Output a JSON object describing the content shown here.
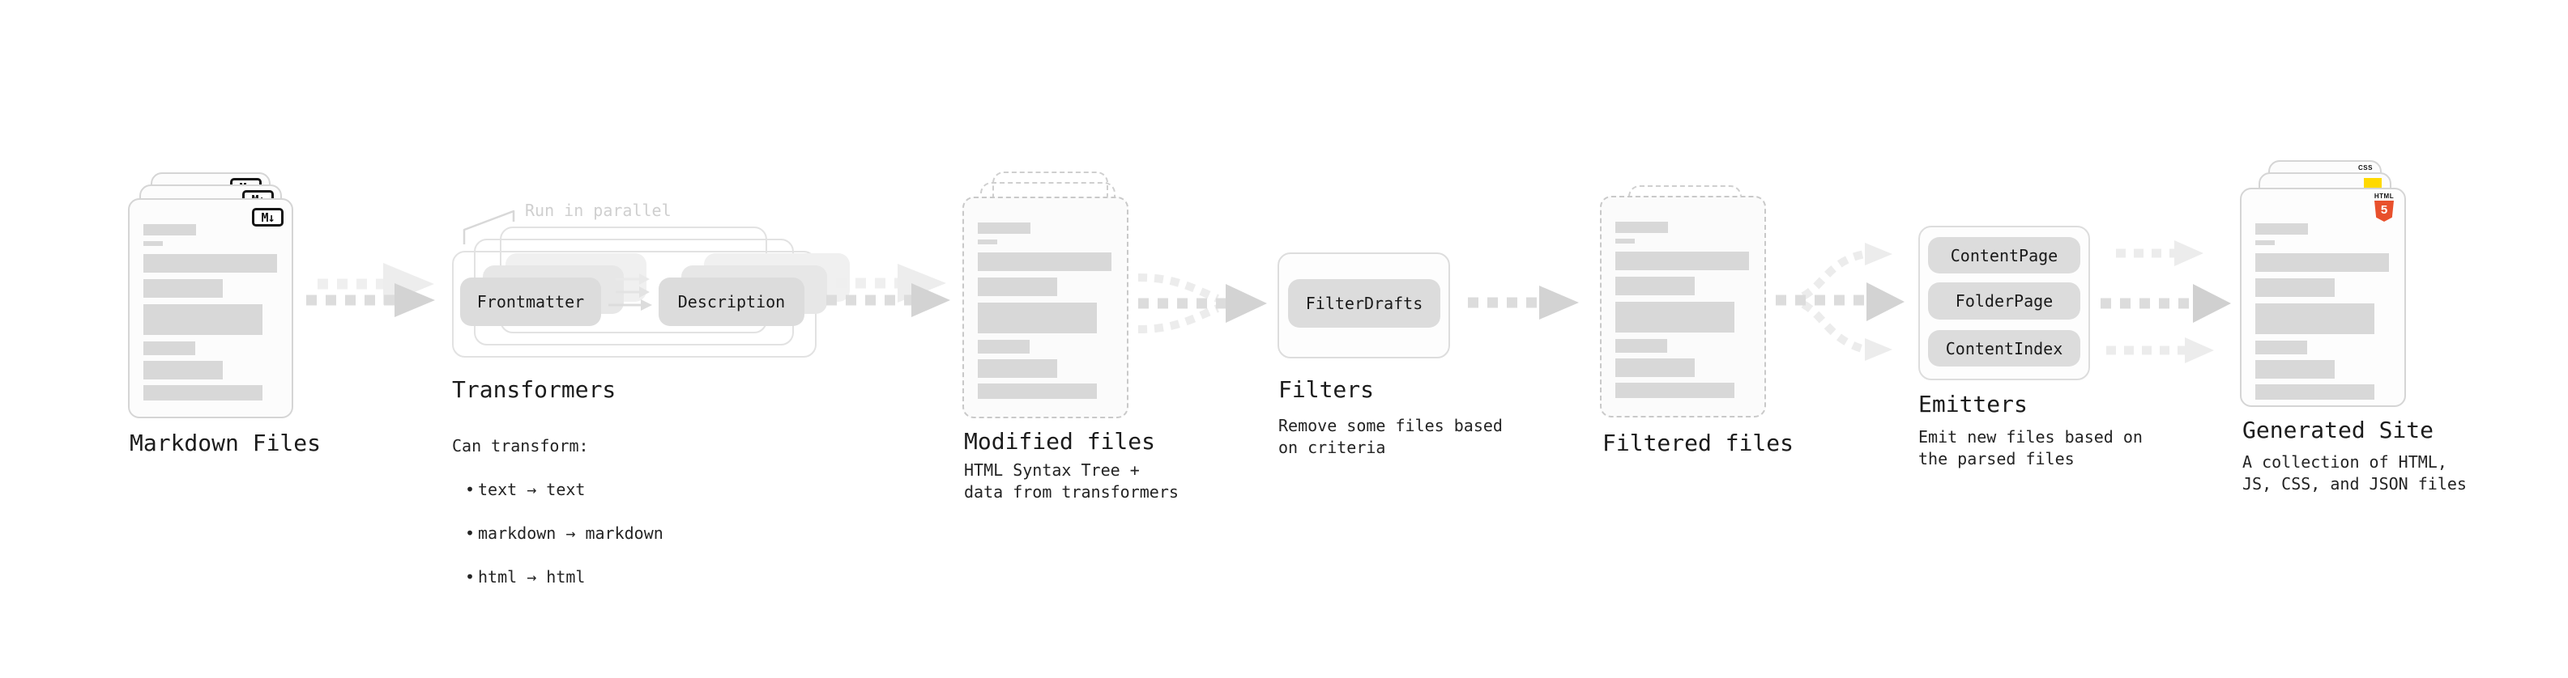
{
  "stages": {
    "markdown": {
      "label": "Markdown Files",
      "badge": "M↓"
    },
    "transformers": {
      "label": "Transformers",
      "note": "Run in parallel",
      "pills": [
        "Frontmatter",
        "Description"
      ],
      "desc_title": "Can transform:",
      "bullet": "•",
      "bullets": [
        "text → text",
        "markdown → markdown",
        "html → html"
      ]
    },
    "modified": {
      "label": "Modified files",
      "desc": "HTML Syntax Tree +\ndata from transformers"
    },
    "filters": {
      "label": "Filters",
      "pill": "FilterDrafts",
      "desc": "Remove some files based\non criteria"
    },
    "filtered": {
      "label": "Filtered files"
    },
    "emitters": {
      "label": "Emitters",
      "pills": [
        "ContentPage",
        "FolderPage",
        "ContentIndex"
      ],
      "desc": "Emit new files based on\nthe parsed files"
    },
    "generated": {
      "label": "Generated Site",
      "desc": "A collection of HTML,\nJS, CSS, and JSON files",
      "css_icon_label": "CSS",
      "html5_icon_label": "HTML",
      "html5_icon_number": "5"
    }
  }
}
